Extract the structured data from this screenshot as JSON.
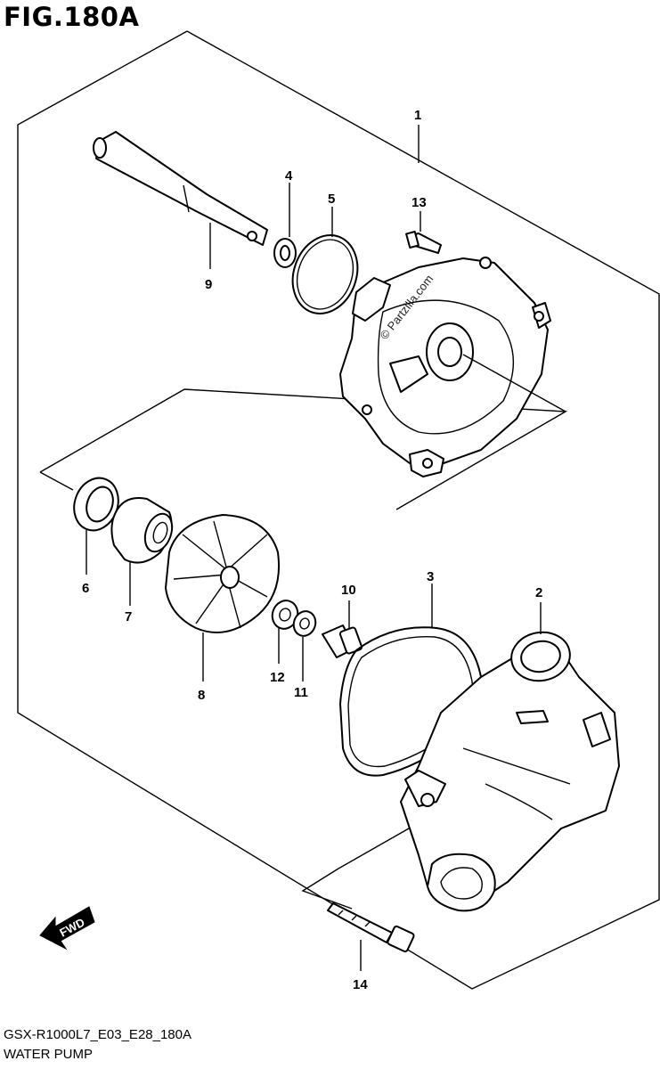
{
  "figure": {
    "title": "FIG.180A",
    "model_code": "GSX-R1000L7_E03_E28_180A",
    "section_name": "WATER PUMP",
    "watermark": "© Partzilla.com",
    "direction_label": "FWD"
  },
  "callouts": [
    "1",
    "2",
    "3",
    "4",
    "5",
    "6",
    "7",
    "8",
    "9",
    "10",
    "11",
    "12",
    "13",
    "14"
  ]
}
